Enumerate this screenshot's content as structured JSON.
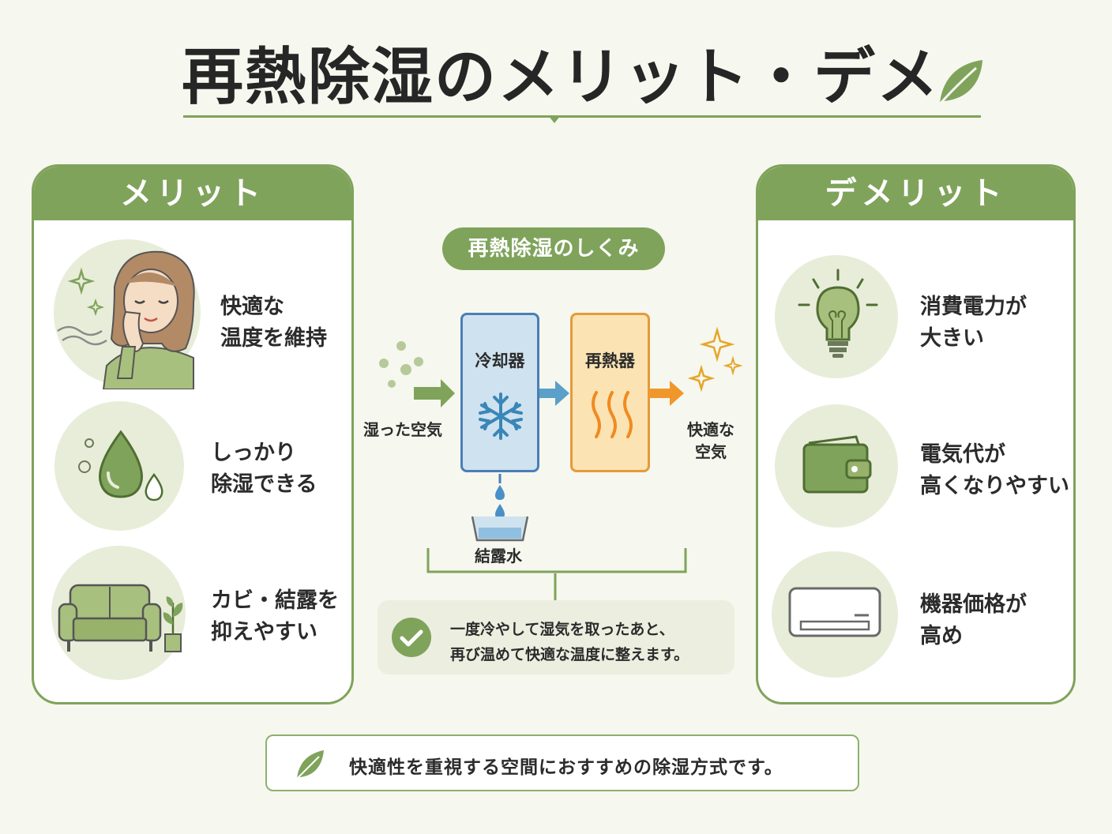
{
  "title": "再熱除湿のメリット・デメ",
  "colors": {
    "accent": "#7fa35b",
    "cool": "#4a7fb5",
    "warm": "#e59a3a",
    "soft": "#e8edd9"
  },
  "merit": {
    "heading": "メリット",
    "items": [
      {
        "icon": "woman-icon",
        "lines": [
          "快適な",
          "温度を維持"
        ]
      },
      {
        "icon": "water-drop-icon",
        "lines": [
          "しっかり",
          "除湿できる"
        ]
      },
      {
        "icon": "sofa-plant-icon",
        "lines": [
          "カビ・結露を",
          "抑えやすい"
        ]
      }
    ]
  },
  "demerit": {
    "heading": "デメリット",
    "items": [
      {
        "icon": "light-bulb-icon",
        "lines": [
          "消費電力が",
          "大きい"
        ]
      },
      {
        "icon": "wallet-icon",
        "lines": [
          "電気代が",
          "高くなりやすい"
        ]
      },
      {
        "icon": "air-conditioner-icon",
        "lines": [
          "機器価格が",
          "高め"
        ]
      }
    ]
  },
  "mechanism": {
    "heading": "再熱除湿のしくみ",
    "humid_air": "湿った空気",
    "cooler": "冷却器",
    "reheater": "再熱器",
    "comfortable_air": [
      "快適な",
      "空気"
    ],
    "condensate": "結露水",
    "description": [
      "一度冷やして湿気を取ったあと、",
      "再び温めて快適な温度に整えます。"
    ]
  },
  "footer": "快適性を重視する空間におすすめの除湿方式です。"
}
